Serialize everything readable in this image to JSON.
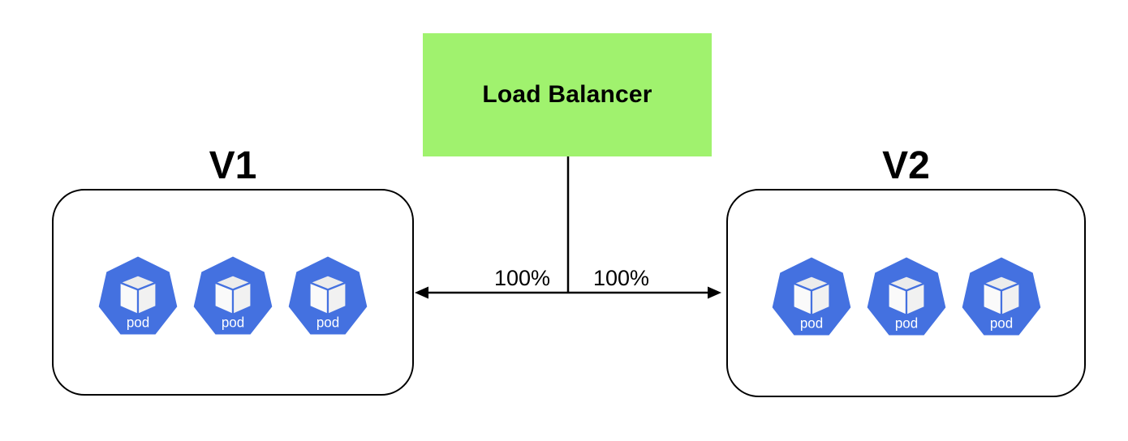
{
  "load_balancer": {
    "label": "Load Balancer"
  },
  "traffic": {
    "left_label": "100%",
    "right_label": "100%"
  },
  "groups": [
    {
      "title": "V1",
      "pods": [
        "pod",
        "pod",
        "pod"
      ]
    },
    {
      "title": "V2",
      "pods": [
        "pod",
        "pod",
        "pod"
      ]
    }
  ],
  "colors": {
    "lb_green": "#A0F26E",
    "pod_blue": "#4471E0",
    "line": "#000000"
  }
}
